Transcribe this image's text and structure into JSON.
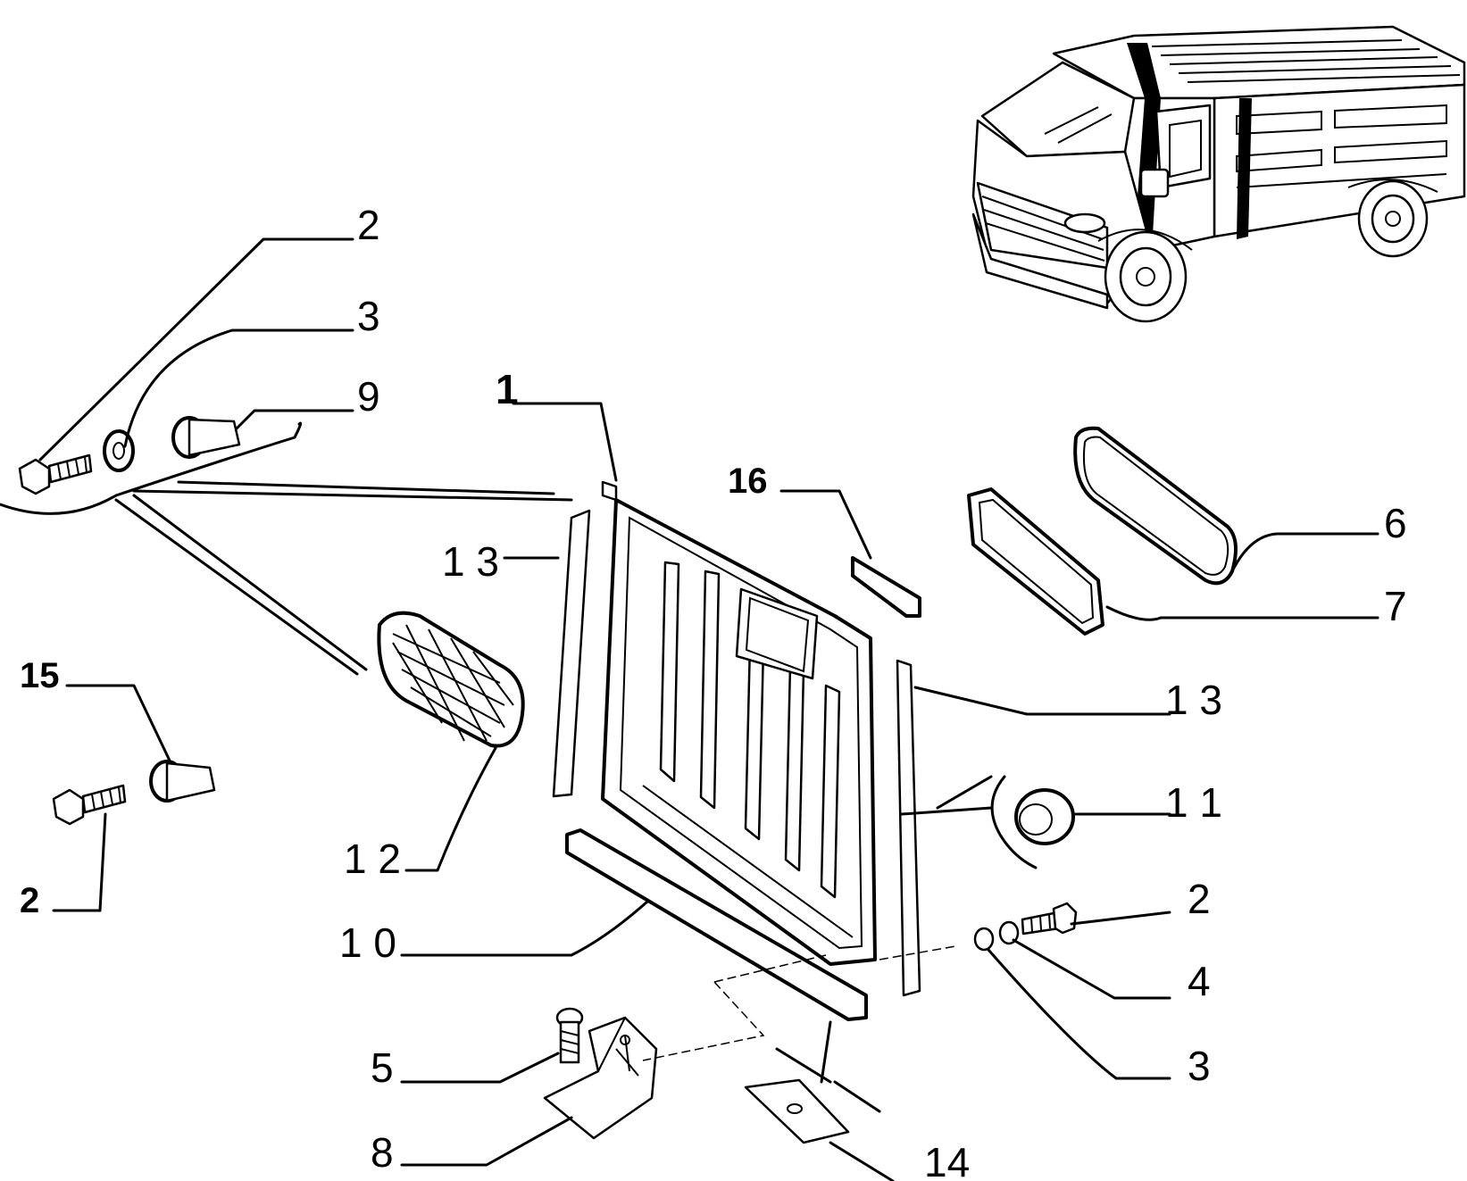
{
  "labels": {
    "p1": "1",
    "p2a": "2",
    "p2b": "2",
    "p2c": "2",
    "p3a": "3",
    "p3b": "3",
    "p4": "4",
    "p5": "5",
    "p6": "6",
    "p7": "7",
    "p8": "8",
    "p9": "9",
    "p10": "1 0",
    "p11": "1 1",
    "p12": "1 2",
    "p13a": "1 3",
    "p13b": "1 3",
    "p14": "14",
    "p15": "15",
    "p16": "16"
  }
}
